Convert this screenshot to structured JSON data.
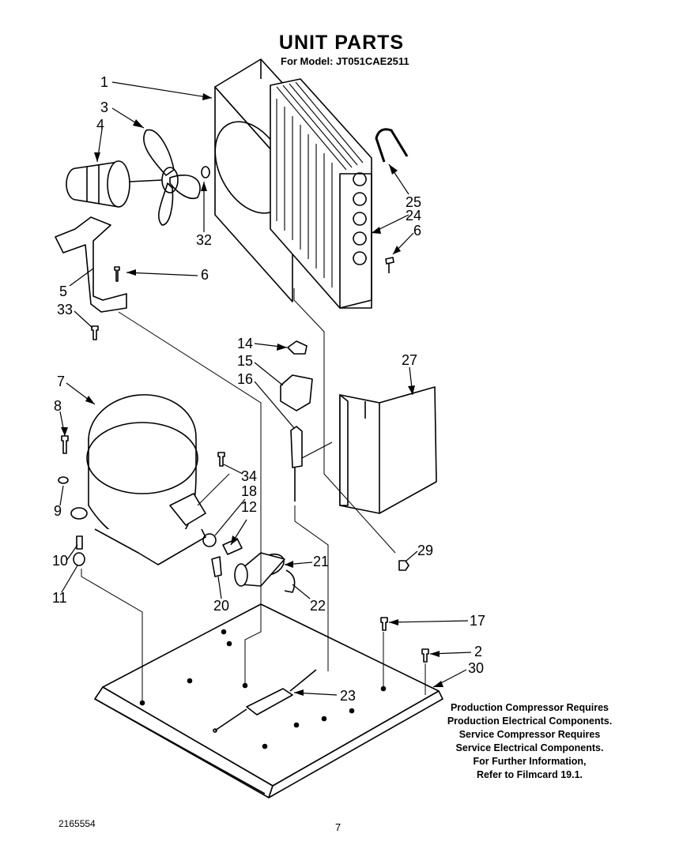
{
  "header": {
    "title": "UNIT PARTS",
    "subtitle": "For Model: JT051CAE2511"
  },
  "callouts": [
    "1",
    "3",
    "4",
    "32",
    "5",
    "6",
    "33",
    "25",
    "24",
    "6",
    "14",
    "15",
    "16",
    "27",
    "7",
    "8",
    "34",
    "9",
    "18",
    "12",
    "10",
    "21",
    "11",
    "20",
    "22",
    "29",
    "17",
    "2",
    "30",
    "23"
  ],
  "note": {
    "lines": [
      "Production Compressor Requires",
      "Production Electrical Components.",
      "Service Compressor Requires",
      "Service Electrical Components.",
      "For Further Information,",
      "Refer to Filmcard 19.1."
    ]
  },
  "footer": {
    "doc_number": "2165554",
    "page_number": "7"
  }
}
